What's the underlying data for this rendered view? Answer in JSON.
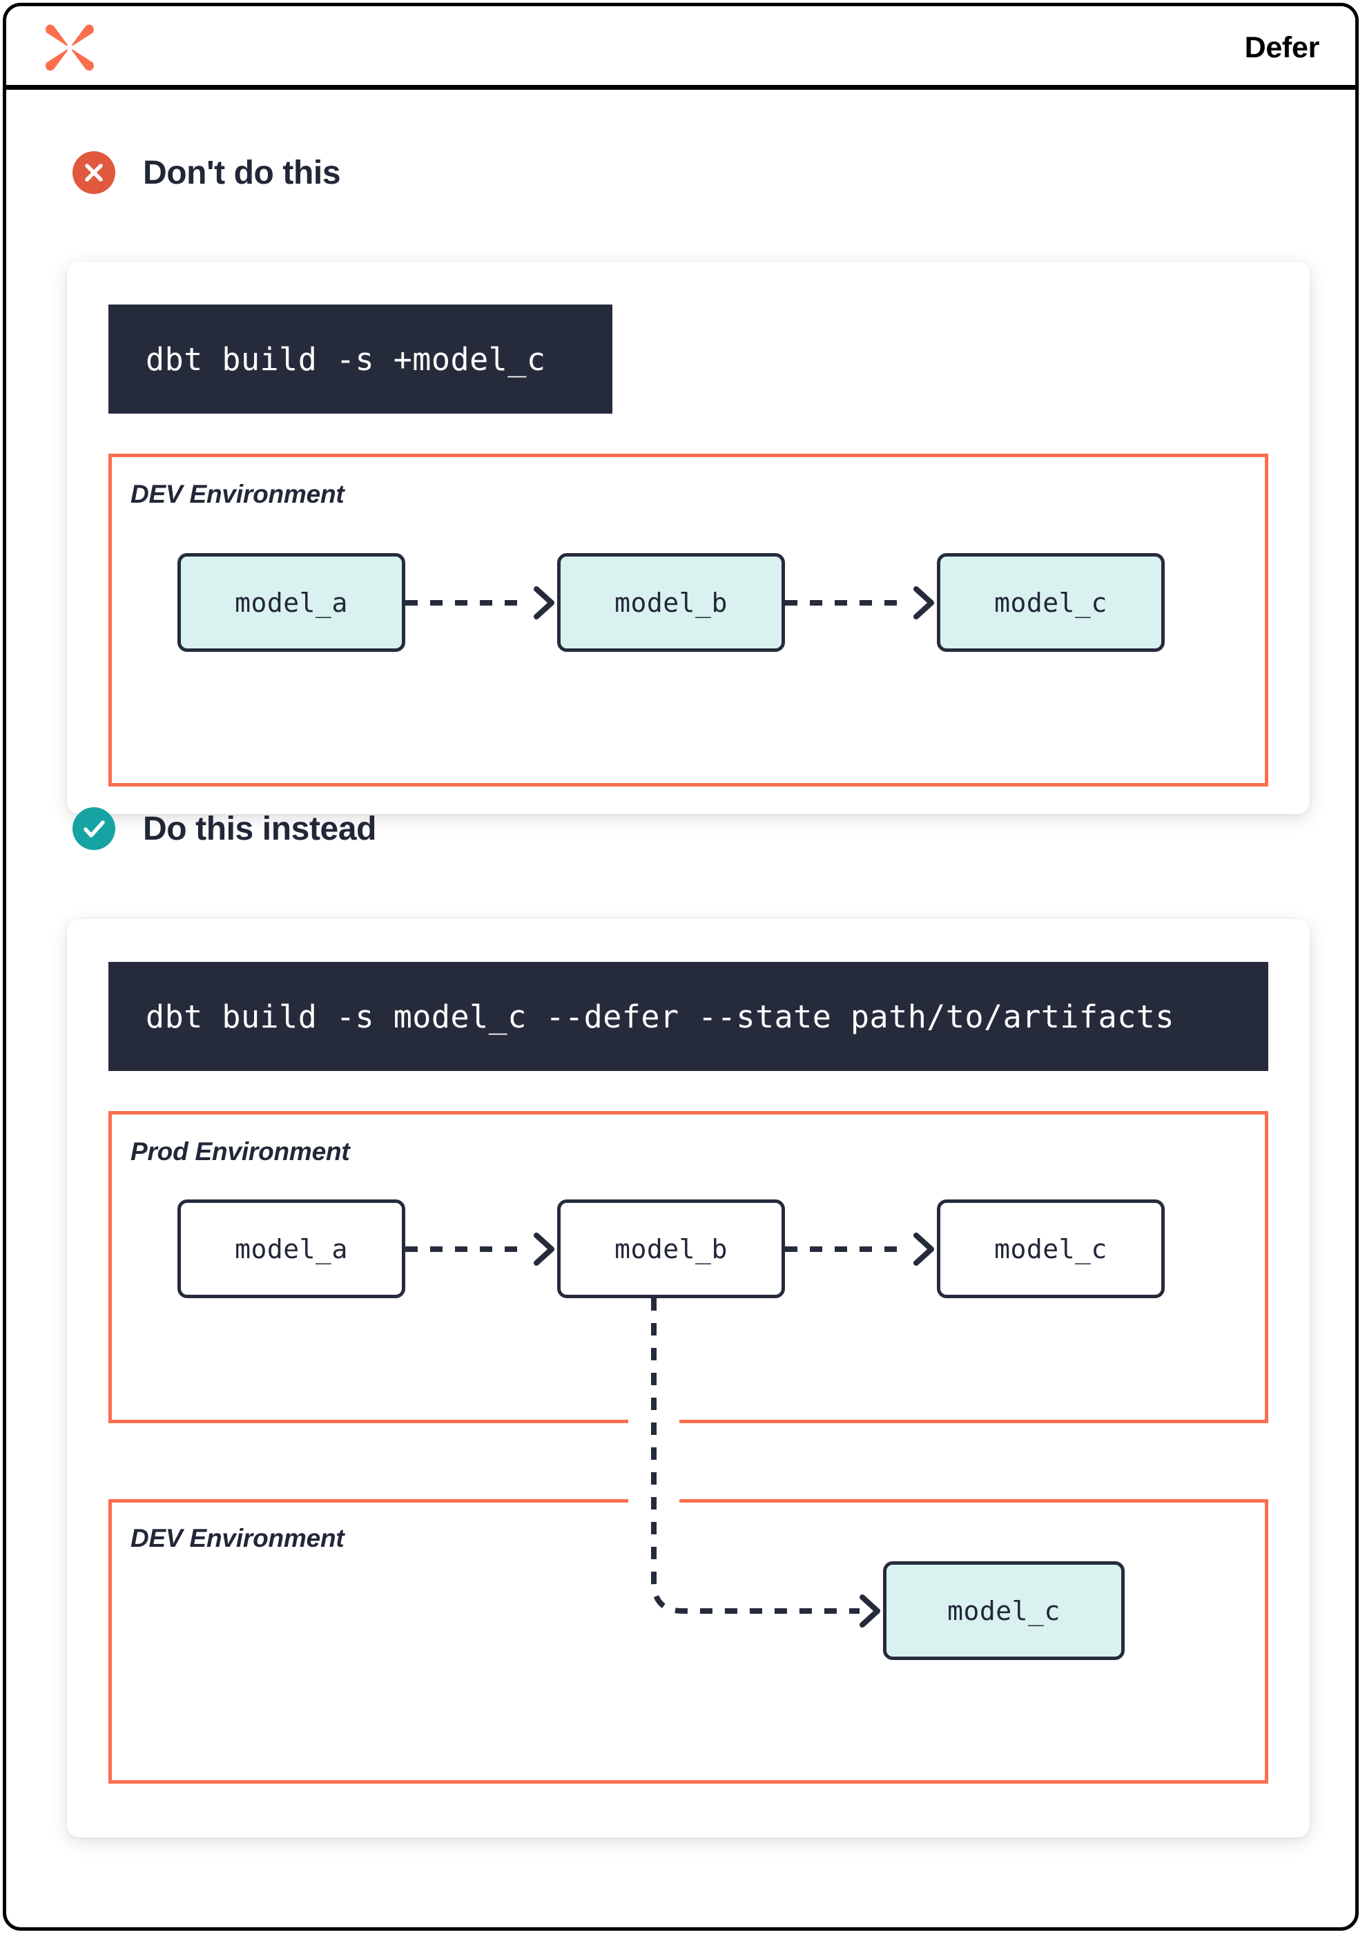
{
  "header": {
    "logo_name": "dbt-logo",
    "title": "Defer"
  },
  "colors": {
    "accent_orange": "#fb6e4e",
    "badge_red": "#e0593f",
    "badge_teal": "#16a3a3",
    "ink": "#222738",
    "code_bg": "#262b3c",
    "node_dev_fill": "#d9f2f0",
    "node_prod_fill": "#ffffff"
  },
  "sections": [
    {
      "id": "dont",
      "badge_icon": "close-icon",
      "title": "Don't do this",
      "command": "dbt build -s +model_c",
      "environments": [
        {
          "id": "dev",
          "label": "DEV Environment",
          "nodes": [
            {
              "label": "model_a",
              "fill": "dev"
            },
            {
              "label": "model_b",
              "fill": "dev"
            },
            {
              "label": "model_c",
              "fill": "dev"
            }
          ]
        }
      ]
    },
    {
      "id": "do",
      "badge_icon": "check-icon",
      "title": "Do this instead",
      "command": "dbt build -s model_c --defer --state path/to/artifacts",
      "environments": [
        {
          "id": "prod",
          "label": "Prod Environment",
          "nodes": [
            {
              "label": "model_a",
              "fill": "prod"
            },
            {
              "label": "model_b",
              "fill": "prod"
            },
            {
              "label": "model_c",
              "fill": "prod"
            }
          ]
        },
        {
          "id": "dev",
          "label": "DEV Environment",
          "nodes": [
            {
              "label": "model_c",
              "fill": "dev"
            }
          ]
        }
      ]
    }
  ]
}
